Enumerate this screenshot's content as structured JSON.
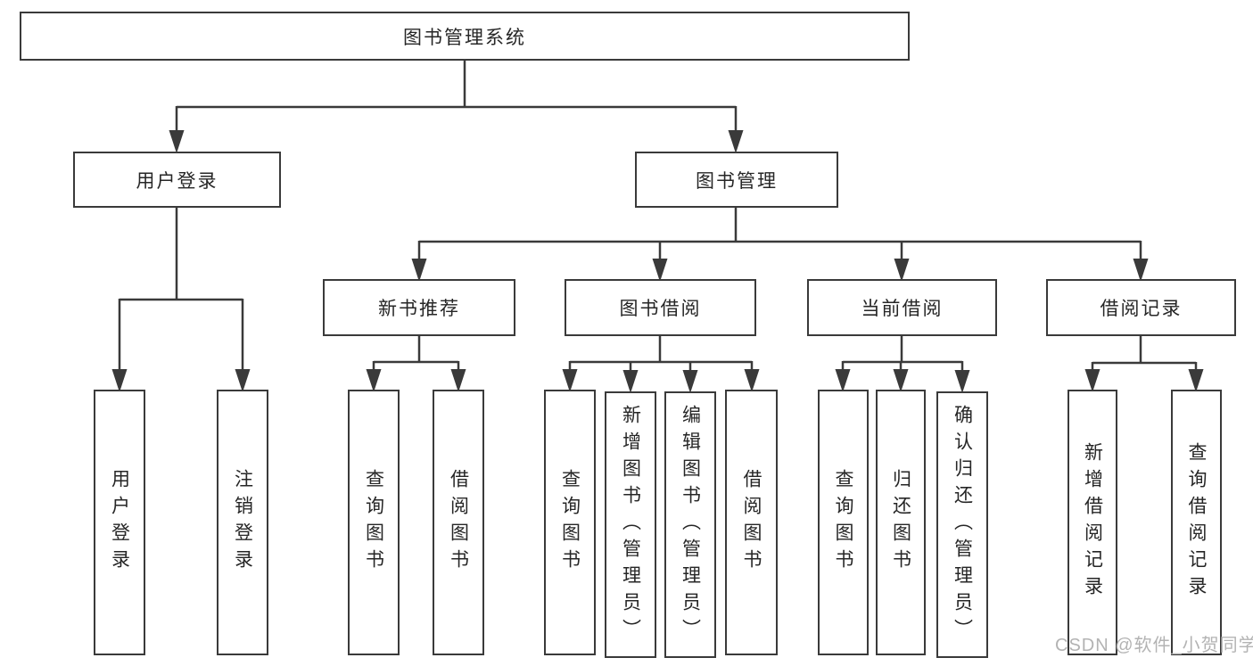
{
  "diagram": {
    "type": "tree",
    "nodes": {
      "root": "图书管理系统",
      "user_login": "用户登录",
      "book_mgmt": "图书管理",
      "new_book_rec": "新书推荐",
      "book_borrow": "图书借阅",
      "current_borrow": "当前借阅",
      "borrow_records": "借阅记录",
      "user_login_leaf": "用户登录",
      "logout_leaf": "注销登录",
      "rec_query_book": "查询图书",
      "rec_borrow_book": "借阅图书",
      "bb_query_book": "查询图书",
      "bb_add_book": "新增图书（管理员）",
      "bb_edit_book": "编辑图书（管理员）",
      "bb_borrow_book": "借阅图书",
      "cb_query_book": "查询图书",
      "cb_return_book": "归还图书",
      "cb_confirm_return": "确认归还（管理员）",
      "br_add_record": "新增借阅记录",
      "br_query_record": "查询借阅记录"
    },
    "structure": {
      "图书管理系统": {
        "用户登录": [
          "用户登录",
          "注销登录"
        ],
        "图书管理": {
          "新书推荐": [
            "查询图书",
            "借阅图书"
          ],
          "图书借阅": [
            "查询图书",
            "新增图书（管理员）",
            "编辑图书（管理员）",
            "借阅图书"
          ],
          "当前借阅": [
            "查询图书",
            "归还图书",
            "确认归还（管理员）"
          ],
          "借阅记录": [
            "新增借阅记录",
            "查询借阅记录"
          ]
        }
      }
    },
    "colors": {
      "line": "#3a3a3a",
      "box_border": "#3a3a3a",
      "box_fill": "#ffffff",
      "text": "#262626",
      "watermark": "#b3b3b3"
    }
  },
  "watermark": "CSDN @软件_小贺同学"
}
